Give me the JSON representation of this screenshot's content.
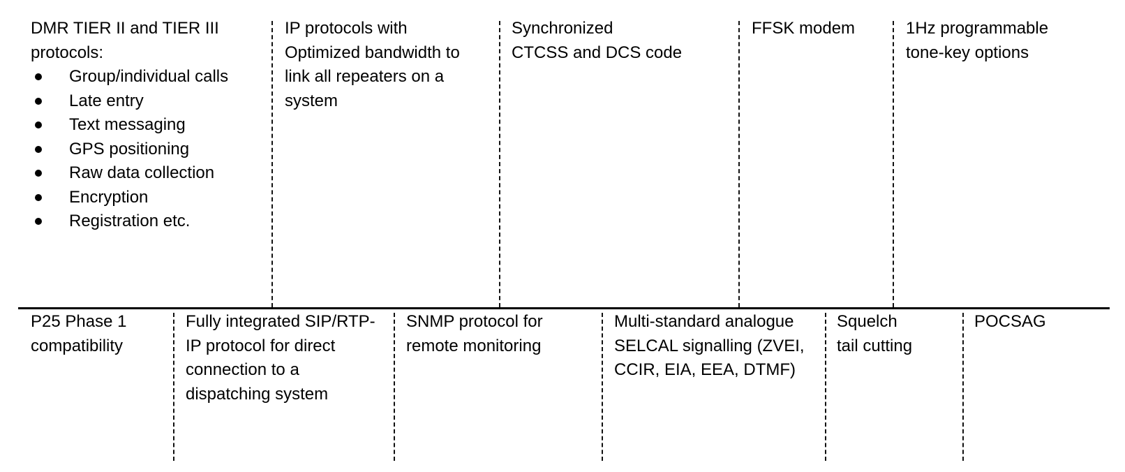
{
  "top_row": [
    {
      "lines": [
        "DMR TIER II and TIER III",
        "protocols:"
      ],
      "bullets": [
        "Group/individual calls",
        "Late entry",
        "Text messaging",
        "GPS positioning",
        "Raw data collection",
        "Encryption",
        "Registration etc."
      ]
    },
    {
      "lines": [
        "IP protocols with",
        "Optimized bandwidth to",
        "link all repeaters on a",
        "system"
      ]
    },
    {
      "lines": [
        "Synchronized",
        "CTCSS and DCS code"
      ]
    },
    {
      "lines": [
        "FFSK modem"
      ]
    },
    {
      "lines": [
        "1Hz programmable",
        "tone-key options"
      ]
    }
  ],
  "bottom_row": [
    {
      "lines": [
        "P25 Phase 1",
        "compatibility"
      ]
    },
    {
      "lines": [
        "Fully integrated SIP/RTP-",
        "IP protocol for direct",
        "connection to a",
        "dispatching system"
      ]
    },
    {
      "lines": [
        "SNMP protocol for",
        "remote monitoring"
      ]
    },
    {
      "lines": [
        "Multi-standard analogue",
        "SELCAL signalling (ZVEI,",
        "CCIR, EIA, EEA, DTMF)"
      ]
    },
    {
      "lines": [
        "Squelch",
        "tail cutting"
      ]
    },
    {
      "lines": [
        "POCSAG"
      ]
    }
  ]
}
